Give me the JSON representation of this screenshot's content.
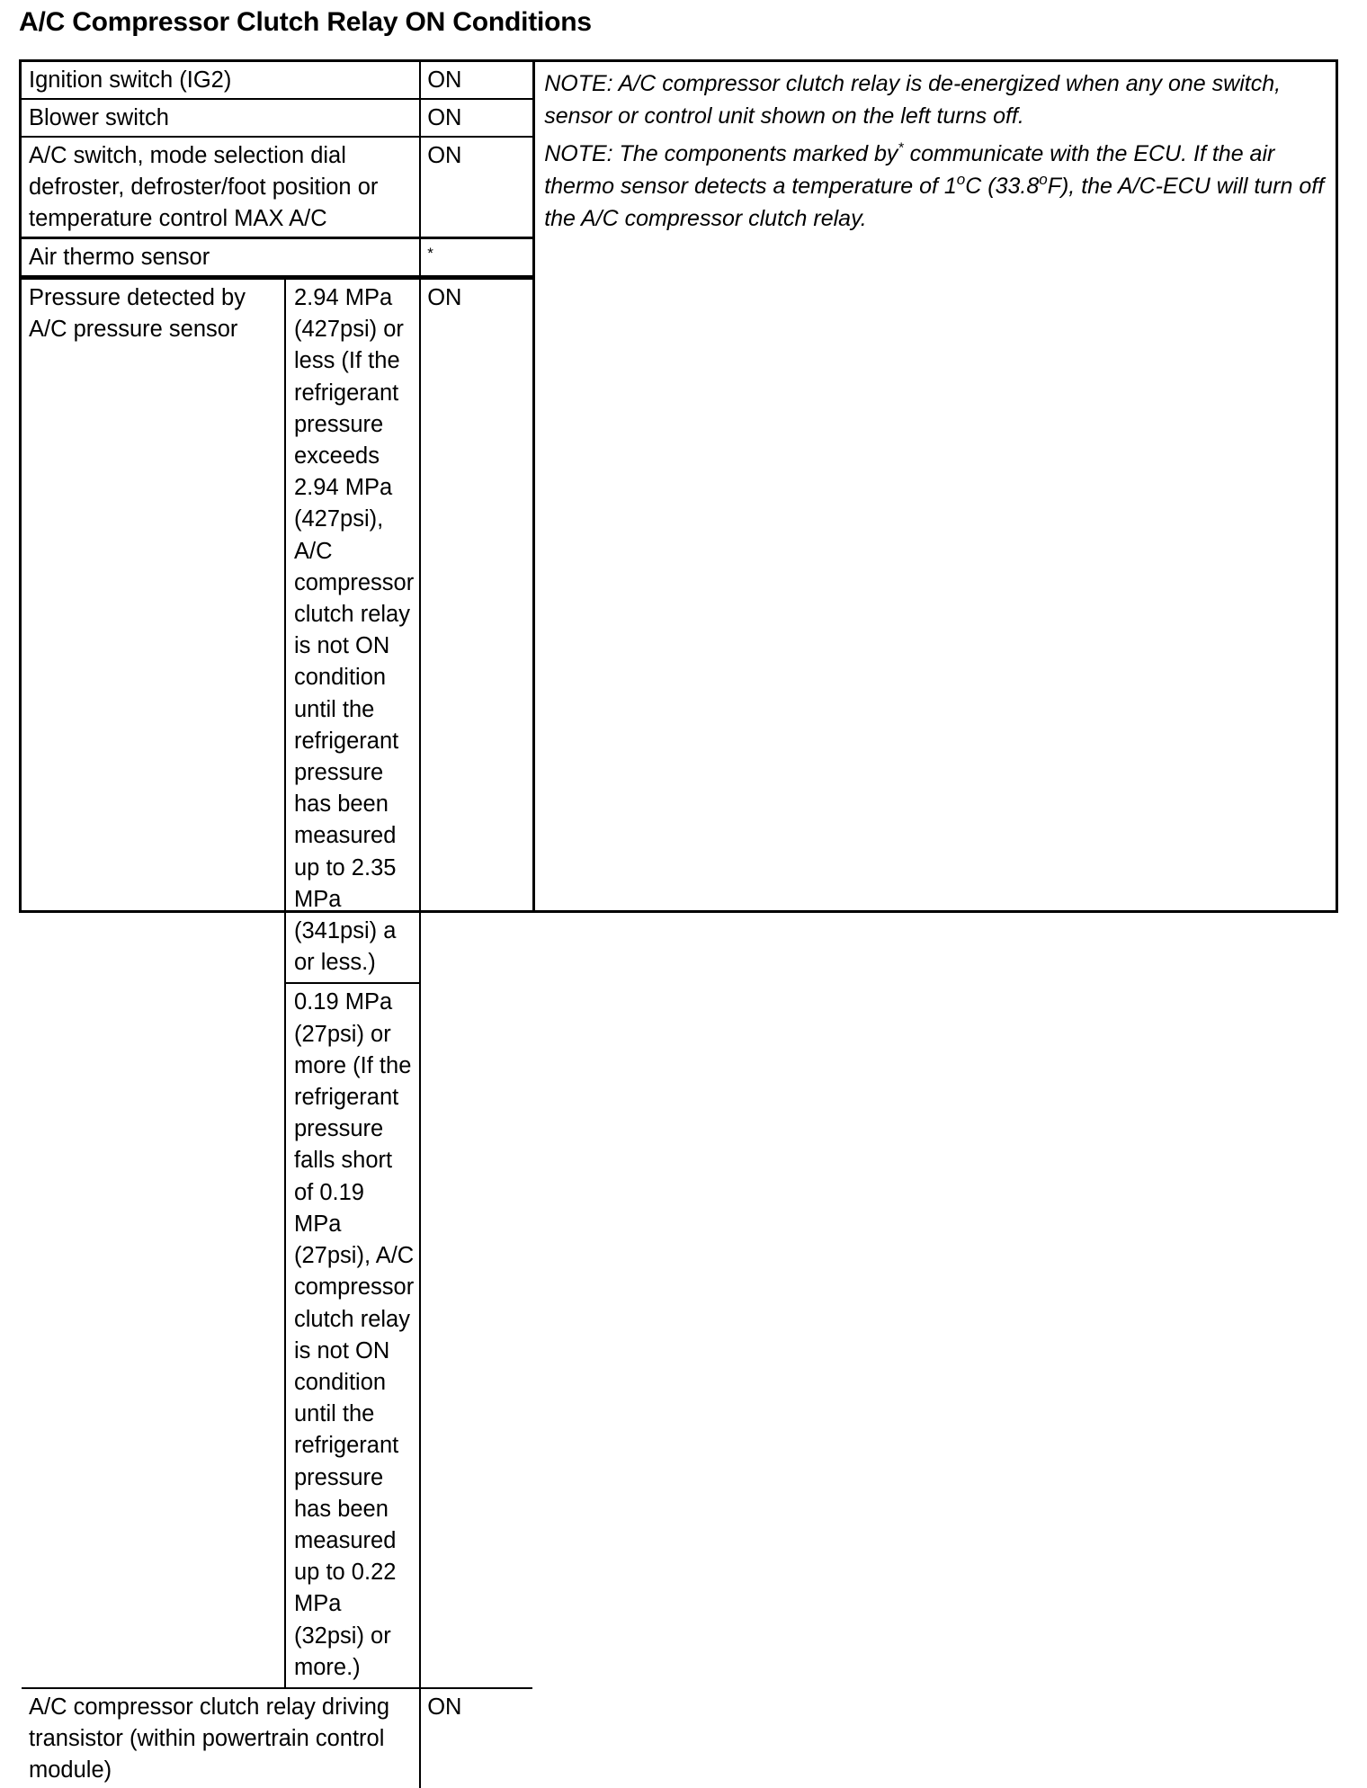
{
  "document": {
    "title": "A/C Compressor Clutch Relay ON Conditions"
  },
  "table": {
    "rows": [
      {
        "label": "Ignition switch (IG2)",
        "state": "ON"
      },
      {
        "label": "Blower switch",
        "state": "ON"
      },
      {
        "label": "A/C switch, mode selection dial defroster, defroster/foot position or temperature control MAX A/C",
        "state": "ON"
      },
      {
        "label": "Air thermo sensor",
        "state": "*"
      },
      {
        "label": "A/C compressor clutch relay driving transistor (within powertrain control module)",
        "state": "ON"
      }
    ],
    "pressure_row": {
      "name": "Pressure detected by A/C pressure sensor",
      "state": "ON",
      "conditions": [
        "2.94 MPa (427psi) or less (If the refrigerant pressure exceeds 2.94 MPa (427psi), A/C compressor clutch relay is not ON condition until the refrigerant pressure has been measured up to 2.35 MPa (341psi) a or less.)",
        "0.19 MPa (27psi) or more (If the refrigerant pressure falls short of 0.19 MPa (27psi), A/C compressor clutch relay is not ON condition until the refrigerant pressure has been measured up to 0.22 MPa (32psi) or more.)"
      ]
    }
  },
  "notes": {
    "note1": "NOTE: A/C compressor clutch relay is de-energized when any one switch, sensor or control unit shown on the left turns off.",
    "note2_part1": "NOTE:  The components marked by",
    "note2_marker": "*",
    "note2_part2a": "communicate with the ECU. If the air thermo sensor detects a temperature of 1",
    "note2_deg_c": "o",
    "note2_part2b": "C (33.8",
    "note2_deg_f": "o",
    "note2_part2c": "F), the A/C-ECU will turn off the A/C compressor clutch relay."
  }
}
